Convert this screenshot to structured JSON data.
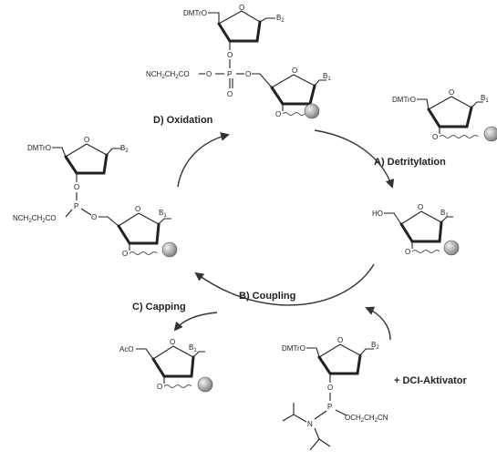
{
  "steps": {
    "detritylation": "A)  Detritylation",
    "coupling": "B)  Coupling",
    "capping": "C)  Capping",
    "oxidation": "D)  Oxidation"
  },
  "reagent": "+  DCI-Aktivator",
  "atoms": {
    "dmtro": "DMTrO",
    "ho": "HO",
    "aco": "AcO",
    "o": "O",
    "p": "P",
    "n": "N",
    "b": "B",
    "b1_sub": "1",
    "b2_sub": "2",
    "cyanoethyl_left": "NCH",
    "cyanoethyl_left_sub": "2",
    "cyanoethyl_left_tail": "CH",
    "cyanoethyl_left_tail_sub": "2",
    "cyanoethyl_left_end": "CO",
    "cyanoethyl_right": "OCH",
    "cyanoethyl_right_sub": "2",
    "cyanoethyl_right_mid": "CH",
    "cyanoethyl_right_mid_sub": "2",
    "cyanoethyl_right_end": "CN"
  },
  "colors": {
    "support_bead_light": "#f2f2f2",
    "support_bead_dark": "#7a7a7a",
    "ink": "#222222"
  }
}
